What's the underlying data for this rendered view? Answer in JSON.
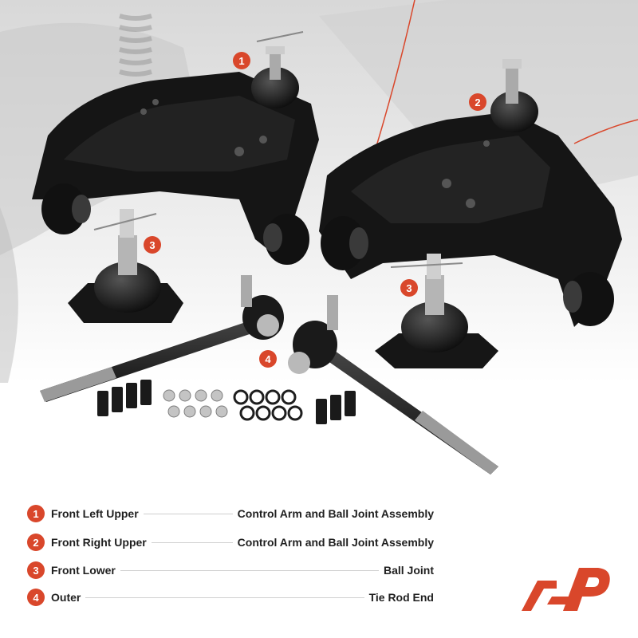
{
  "callouts": [
    "1",
    "2",
    "3",
    "3",
    "4"
  ],
  "legend": [
    {
      "num": "1",
      "left": "Front Left Upper",
      "right": "Control Arm and Ball Joint Assembly"
    },
    {
      "num": "2",
      "left": "Front Right Upper",
      "right": "Control Arm and Ball Joint Assembly"
    },
    {
      "num": "3",
      "left": "Front Lower",
      "right": "Ball Joint"
    },
    {
      "num": "4",
      "left": "Outer",
      "right": "Tie Rod End"
    }
  ],
  "colors": {
    "accent": "#d9472b",
    "text": "#1f1f1f",
    "part": "#141414",
    "background_photo": "#e6e6e6"
  },
  "logo": {
    "icon": "brand-logo-icon"
  }
}
